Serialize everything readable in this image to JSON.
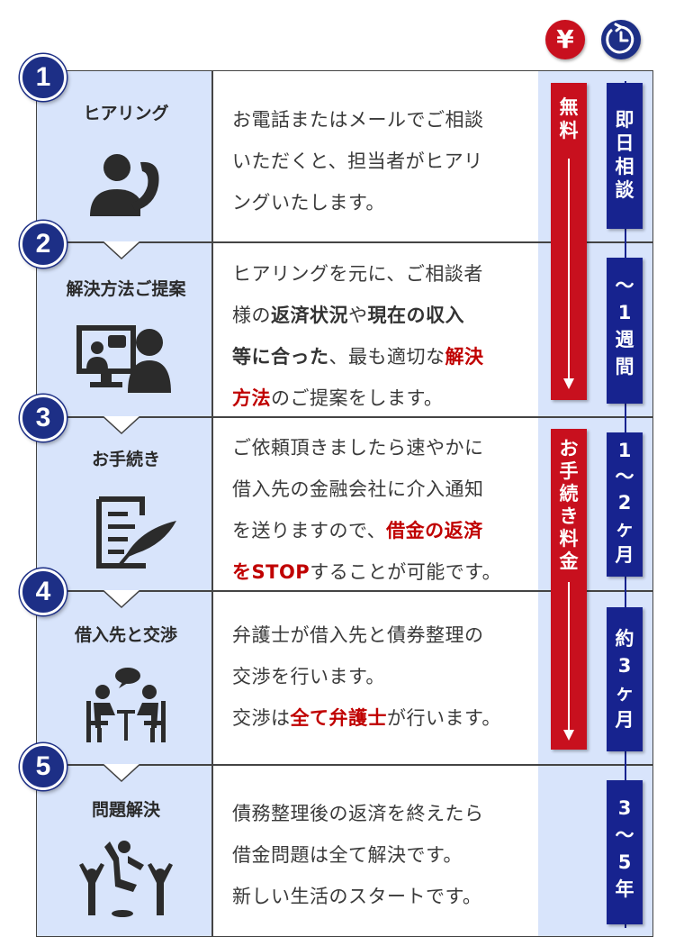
{
  "header_icons": {
    "yen": "¥",
    "clock": "clock-icon"
  },
  "steps": [
    {
      "num": "1",
      "title": "ヒアリング",
      "icon": "phone-person-icon"
    },
    {
      "num": "2",
      "title": "解決方法ご提案",
      "icon": "video-consult-icon"
    },
    {
      "num": "3",
      "title": "お手続き",
      "icon": "document-pen-icon"
    },
    {
      "num": "4",
      "title": "借入先と交渉",
      "icon": "negotiation-icon"
    },
    {
      "num": "5",
      "title": "問題解決",
      "icon": "celebration-icon"
    }
  ],
  "desc": {
    "s1": {
      "l1": "お電話またはメールでご相談",
      "l2": "いただくと、担当者がヒアリ",
      "l3": "ングいたします。"
    },
    "s2": {
      "l1": "ヒアリングを元に、ご相談者",
      "l2a": "様の",
      "l2b": "返済状況",
      "l2c": "や",
      "l2d": "現在の収入",
      "l3a": "等に合った",
      "l3b": "、最も適切な",
      "l3c": "解決",
      "l4a": "方法",
      "l4b": "のご提案をします。"
    },
    "s3": {
      "l1": "ご依頼頂きましたら速やかに",
      "l2": "借入先の金融会社に介入通知",
      "l3a": "を送りますので、",
      "l3b": "借金の返済",
      "l4a": "をSTOP",
      "l4b": "することが可能です。"
    },
    "s4": {
      "l1": "弁護士が借入先と債券整理の",
      "l2": "交渉を行います。",
      "l3a": "交渉は",
      "l3b": "全て弁護士",
      "l3c": "が行います。"
    },
    "s5": {
      "l1": "債務整理後の返済を終えたら",
      "l2": "借金問題は全て解決です。",
      "l3": "新しい生活のスタートです。"
    }
  },
  "fees": {
    "free": "無料",
    "procedure": "お手続き料金"
  },
  "durations": {
    "d1": "即日相談",
    "d2": "〜1週間",
    "d3": "1〜2ヶ月",
    "d4": "約3ヶ月",
    "d5": "3〜5年"
  },
  "colors": {
    "navy": "#17238f",
    "red": "#c8101e",
    "panel": "#d8e4fb"
  }
}
